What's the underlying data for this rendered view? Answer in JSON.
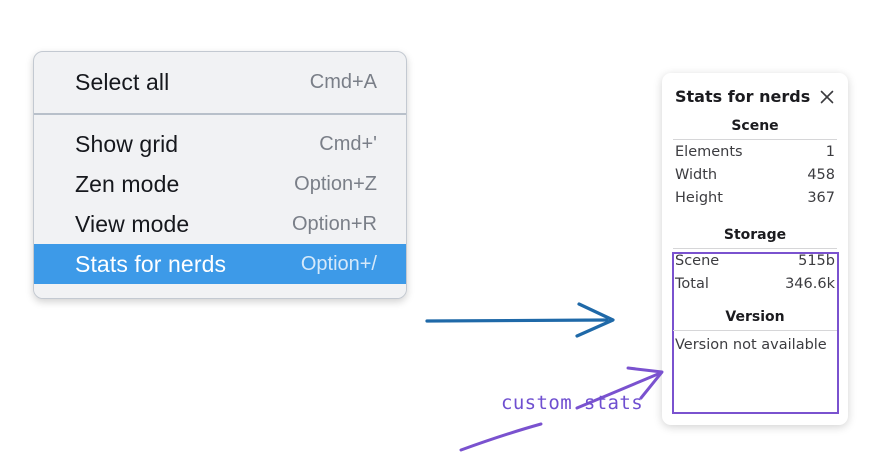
{
  "menu": {
    "groups": [
      {
        "items": [
          {
            "label": "Select all",
            "shortcut": "Cmd+A",
            "selected": false
          }
        ]
      },
      {
        "items": [
          {
            "label": "Show grid",
            "shortcut": "Cmd+'",
            "selected": false
          },
          {
            "label": "Zen mode",
            "shortcut": "Option+Z",
            "selected": false
          },
          {
            "label": "View mode",
            "shortcut": "Option+R",
            "selected": false
          },
          {
            "label": "Stats for nerds",
            "shortcut": "Option+/",
            "selected": true
          }
        ]
      }
    ],
    "highlight_color": "#3d9ae8",
    "background_color": "#f1f2f4"
  },
  "stats_panel": {
    "title": "Stats for nerds",
    "close_icon": "close-icon",
    "sections": [
      {
        "name": "Scene",
        "rows": [
          {
            "key": "Elements",
            "value": "1"
          },
          {
            "key": "Width",
            "value": "458"
          },
          {
            "key": "Height",
            "value": "367"
          }
        ]
      },
      {
        "name": "Storage",
        "rows": [
          {
            "key": "Scene",
            "value": "515b"
          },
          {
            "key": "Total",
            "value": "346.6k"
          }
        ]
      },
      {
        "name": "Version",
        "note": "Version not available"
      }
    ]
  },
  "annotations": {
    "custom_stats_label": "custom stats",
    "purple_color": "#7a52cf",
    "blue_color": "#1f69a8"
  }
}
